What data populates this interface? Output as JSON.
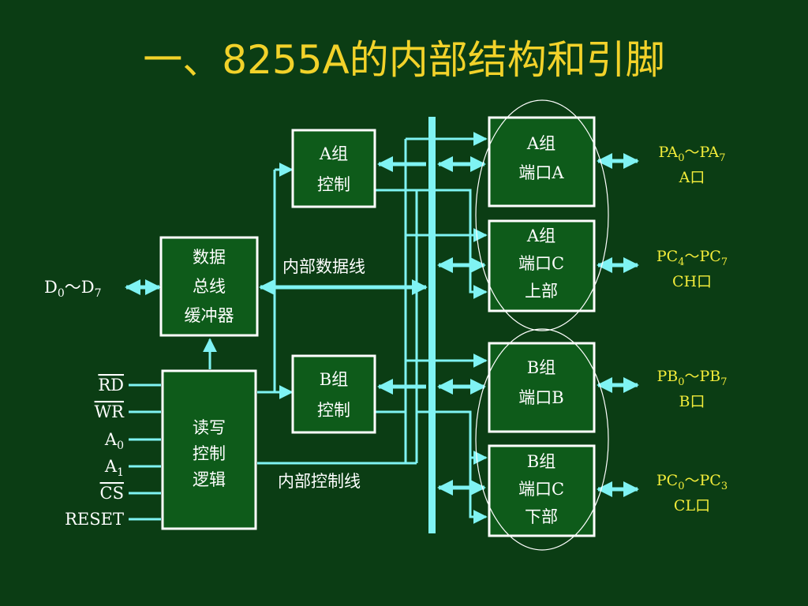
{
  "title": "一、8255A的内部结构和引脚",
  "blocks": {
    "group_a_ctrl": [
      "A组",
      "控制"
    ],
    "group_b_ctrl": [
      "B组",
      "控制"
    ],
    "data_buffer": [
      "数据",
      "总线",
      "缓冲器"
    ],
    "rw_logic": [
      "读写",
      "控制",
      "逻辑"
    ],
    "port_a": [
      "A组",
      "端口A"
    ],
    "port_c_upper": [
      "A组",
      "端口C",
      "上部"
    ],
    "port_b": [
      "B组",
      "端口B"
    ],
    "port_c_lower": [
      "B组",
      "端口C",
      "下部"
    ]
  },
  "bus_labels": {
    "data_bus": "内部数据线",
    "ctrl_bus": "内部控制线"
  },
  "data_pins": {
    "label": "D",
    "sub_start": "0",
    "tilde": "～",
    "sub_end": "7"
  },
  "control_pins": [
    {
      "main": "RD",
      "sub": "",
      "overline": true
    },
    {
      "main": "WR",
      "sub": "",
      "overline": true
    },
    {
      "main": "A",
      "sub": "0",
      "overline": false
    },
    {
      "main": "A",
      "sub": "1",
      "overline": false
    },
    {
      "main": "CS",
      "sub": "",
      "overline": true
    },
    {
      "main": "RESET",
      "sub": "",
      "overline": false
    }
  ],
  "port_labels": [
    {
      "p": "PA",
      "s1": "0",
      "t": "～",
      "p2": "PA",
      "s2": "7",
      "line2": "A口"
    },
    {
      "p": "PC",
      "s1": "4",
      "t": "～",
      "p2": "PC",
      "s2": "7",
      "line2": "CH口"
    },
    {
      "p": "PB",
      "s1": "0",
      "t": "～",
      "p2": "PB",
      "s2": "7",
      "line2": "B口"
    },
    {
      "p": "PC",
      "s1": "0",
      "t": "～",
      "p2": "PC",
      "s2": "3",
      "line2": "CL口"
    }
  ],
  "colors": {
    "background": "#0b3d14",
    "box_fill": "#0e5b1a",
    "line": "#7ff3f3",
    "title": "#f2d22a",
    "port_label": "#f2ec3a"
  }
}
